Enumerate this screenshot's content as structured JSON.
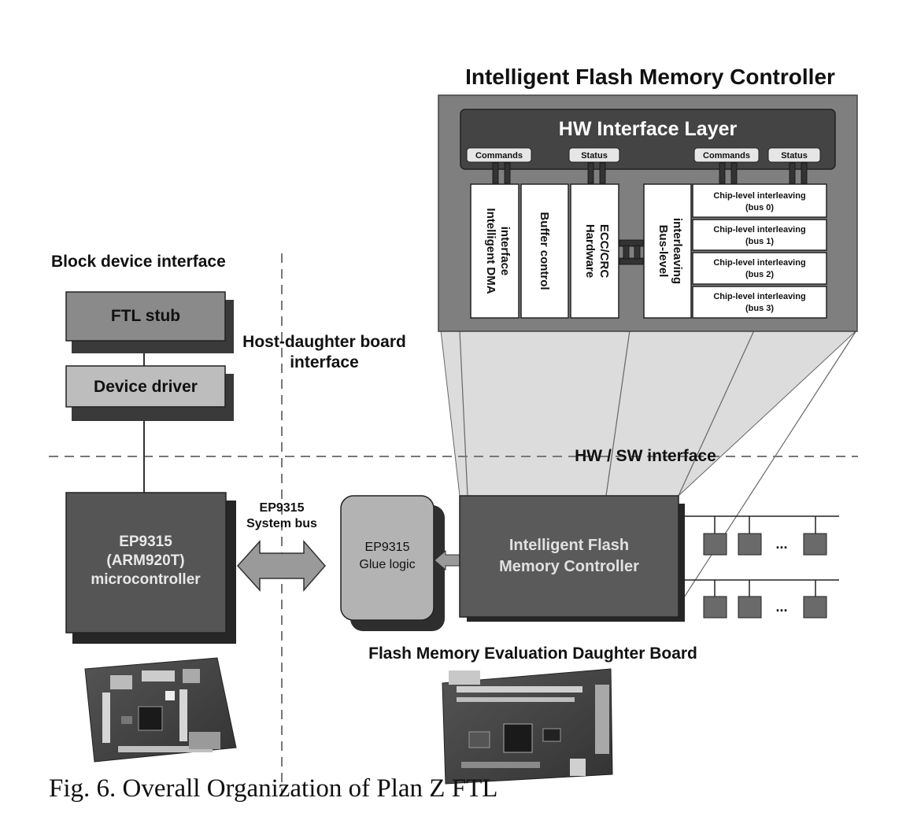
{
  "title": "Intelligent Flash Memory Controller",
  "hw_interface_layer": {
    "label": "HW Interface Layer",
    "ports": [
      "Commands",
      "Status",
      "Commands",
      "Status"
    ]
  },
  "modules": {
    "dma": [
      "Intelligent DMA",
      "interface"
    ],
    "buffer": "Buffer control",
    "ecc": [
      "Hardware",
      "ECC/CRC"
    ],
    "bus_level": [
      "Bus-level",
      "interleaving"
    ],
    "chip_level": [
      [
        "Chip-level interleaving",
        "(bus 0)"
      ],
      [
        "Chip-level interleaving",
        "(bus 1)"
      ],
      [
        "Chip-level interleaving",
        "(bus 2)"
      ],
      [
        "Chip-level interleaving",
        "(bus 3)"
      ]
    ]
  },
  "left": {
    "heading": "Block device interface",
    "ftl_stub": "FTL stub",
    "device_driver": "Device driver",
    "mcu": [
      "EP9315",
      "(ARM920T)",
      "microcontroller"
    ],
    "board_photo": "EP9315 development board photo"
  },
  "host_daughter": [
    "Host-daughter board",
    "interface"
  ],
  "hw_sw": "HW / SW interface",
  "system_bus": [
    "EP9315",
    "System bus"
  ],
  "glue_logic": [
    "EP9315",
    "Glue logic"
  ],
  "controller": [
    "Intelligent Flash",
    "Memory Controller"
  ],
  "flash_chips_ellipsis": "...",
  "daughter_board_label": "Flash Memory Evaluation Daughter Board",
  "daughter_board_photo": "Daughter board photo",
  "caption": "Fig. 6.  Overall Organization of Plan Z FTL"
}
